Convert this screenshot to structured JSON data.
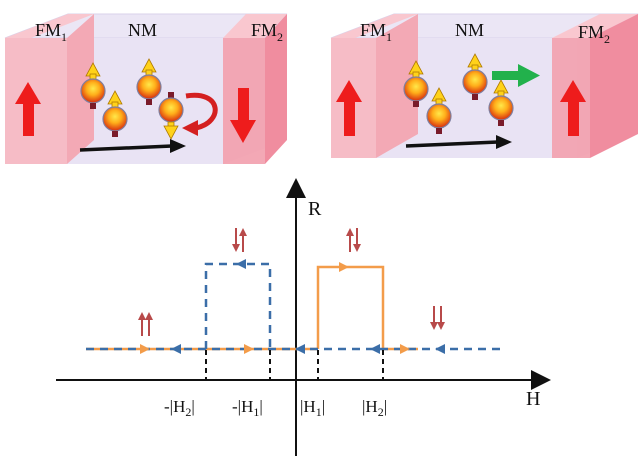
{
  "panels": [
    {
      "left_label": "FM",
      "left_sub": "1",
      "center_label": "NM",
      "right_label": "FM",
      "right_sub": "2",
      "left_magnetization": "up",
      "right_magnetization": "down",
      "bottom_arrow_color": "#111111",
      "extra_arrow": "curved-red",
      "extra_arrow_color": "#d42020"
    },
    {
      "left_label": "FM",
      "left_sub": "1",
      "center_label": "NM",
      "right_label": "FM",
      "right_sub": "2",
      "left_magnetization": "up",
      "right_magnetization": "up",
      "bottom_arrow_color": "#111111",
      "extra_arrow": "straight-green",
      "extra_arrow_color": "#22b14c"
    }
  ],
  "plot": {
    "y_axis_label": "R",
    "x_axis_label": "H",
    "tick_labels": [
      "-|H",
      "2",
      "|",
      "-|H",
      "1",
      "|",
      "|H",
      "1",
      "|",
      "|H",
      "2",
      "|"
    ],
    "state_symbols": [
      {
        "name": "parallel-up",
        "pair": [
          "up",
          "up"
        ]
      },
      {
        "name": "antiparallel-down-up",
        "pair": [
          "down",
          "up"
        ]
      },
      {
        "name": "antiparallel-up-down",
        "pair": [
          "up",
          "down"
        ]
      },
      {
        "name": "parallel-down",
        "pair": [
          "down",
          "down"
        ]
      }
    ],
    "colors": {
      "sweep_up": "#f39c4a",
      "sweep_down": "#3b6ea8",
      "symbol": "#b84a4a",
      "fm_block": "#f7b9c3",
      "nm_block": "#e9e3f4"
    }
  }
}
